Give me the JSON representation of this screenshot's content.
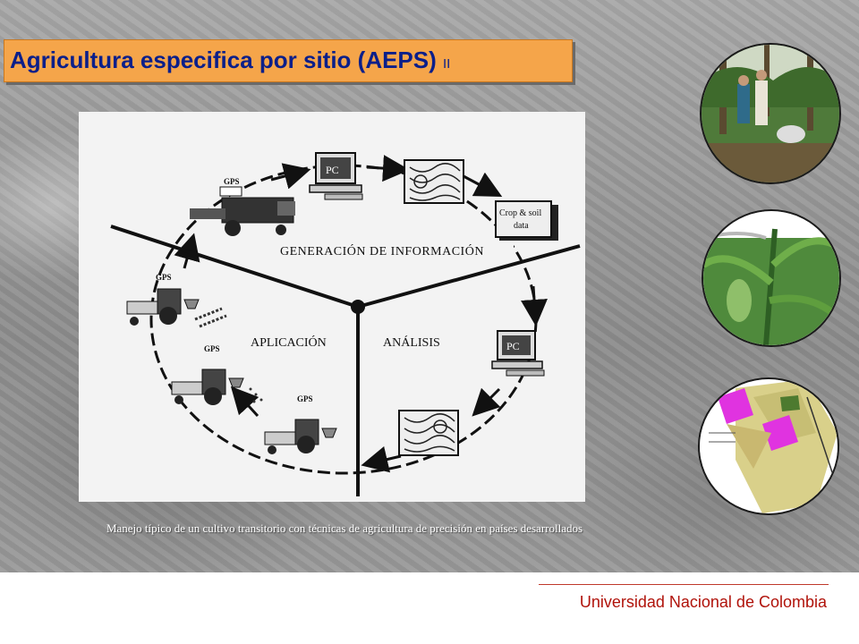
{
  "slide": {
    "title": "Agricultura especifica por sitio (AEPS)",
    "title_suffix": "II",
    "caption": "Manejo típico de un cultivo transitorio con técnicas de agricultura de precisión en países desarrollados",
    "footer": "Universidad Nacional de Colombia"
  },
  "diagram": {
    "generacion": "GENERACIÓN DE INFORMACIÓN",
    "aplicacion": "APLICACIÓN",
    "analisis": "ANÁLISIS",
    "gps": "GPS",
    "pc": "PC",
    "crop_line1": "Crop & soil",
    "crop_line2": "data"
  },
  "colors": {
    "title_bg": "#f5a54a",
    "title_text": "#0b1f8a",
    "footer_text": "#b0120a"
  }
}
